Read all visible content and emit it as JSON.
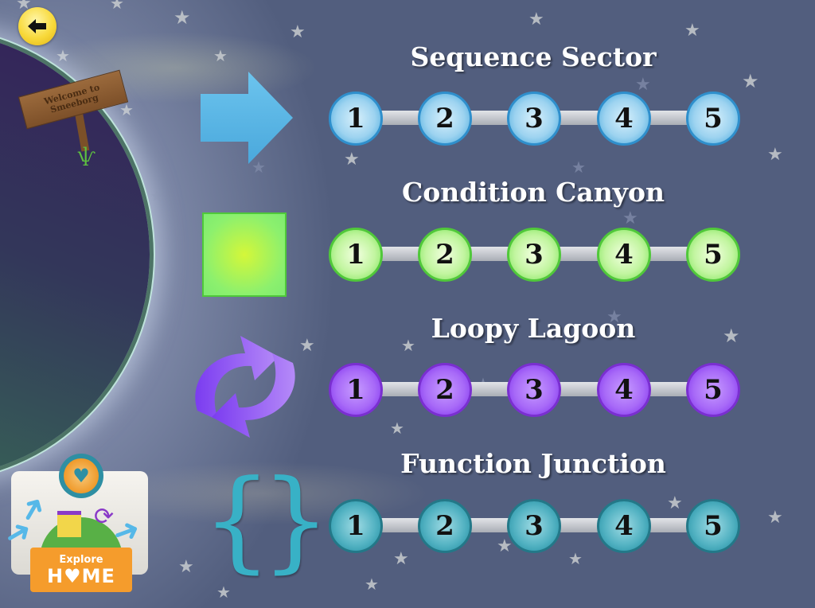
{
  "navigation": {
    "back_button": {
      "icon": "arrow-left-icon",
      "color": "#f8d93a"
    }
  },
  "planet": {
    "sign_line1": "Welcome to",
    "sign_line2": "Smeeborg"
  },
  "home_button": {
    "label_small": "Explore",
    "label_big": "H♥ME",
    "icon": "heart-icon"
  },
  "sectors": [
    {
      "title": "Sequence Sector",
      "icon": "right-arrow-icon",
      "color": "#5db4e2",
      "levels": [
        "1",
        "2",
        "3",
        "4",
        "5"
      ]
    },
    {
      "title": "Condition Canyon",
      "icon": "square-icon",
      "color": "#8cf06e",
      "levels": [
        "1",
        "2",
        "3",
        "4",
        "5"
      ]
    },
    {
      "title": "Loopy Lagoon",
      "icon": "loop-arrows-icon",
      "color": "#a86af8",
      "levels": [
        "1",
        "2",
        "3",
        "4",
        "5"
      ]
    },
    {
      "title": "Function Junction",
      "icon": "curly-braces-icon",
      "color": "#38b1c6",
      "levels": [
        "1",
        "2",
        "3",
        "4",
        "5"
      ]
    }
  ],
  "braces_glyph": "{}",
  "theme": {
    "background": "#525e7e",
    "title_color": "#ffffff"
  }
}
